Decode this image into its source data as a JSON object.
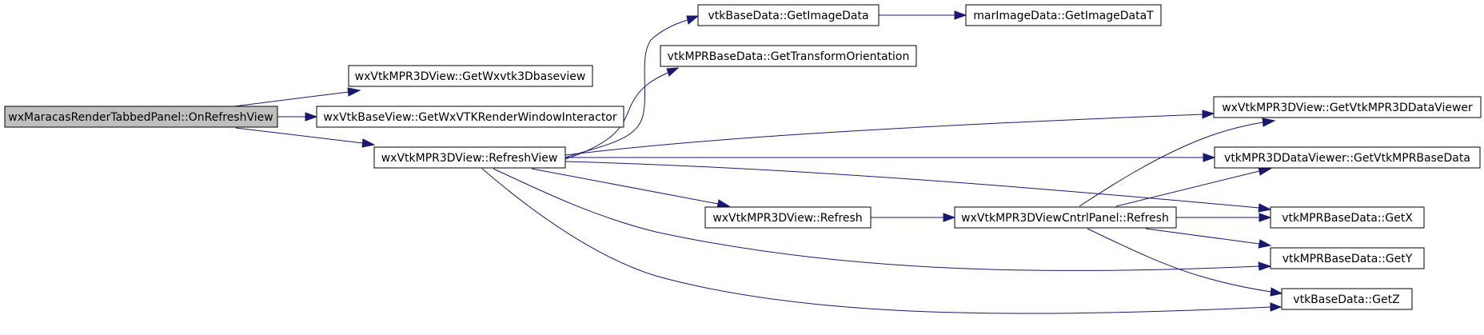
{
  "colors": {
    "edge": "#191970",
    "root_fill": "#bfbfbf",
    "node_fill": "#ffffff",
    "border": "#000000"
  },
  "nodes": [
    {
      "id": "root",
      "label": "wxMaracasRenderTabbedPanel::OnRefreshView"
    },
    {
      "id": "getwxvtk3dbaseview",
      "label": "wxVtkMPR3DView::GetWxvtk3Dbaseview"
    },
    {
      "id": "getwxvtkrenderwindowinteractor",
      "label": "wxVtkBaseView::GetWxVTKRenderWindowInteractor"
    },
    {
      "id": "refreshview",
      "label": "wxVtkMPR3DView::RefreshView"
    },
    {
      "id": "getimagedata",
      "label": "vtkBaseData::GetImageData"
    },
    {
      "id": "getimagedatat",
      "label": "marImageData::GetImageDataT"
    },
    {
      "id": "gettransformorientation",
      "label": "vtkMPRBaseData::GetTransformOrientation"
    },
    {
      "id": "getvtkmpr3ddataviewer",
      "label": "wxVtkMPR3DView::GetVtkMPR3DDataViewer"
    },
    {
      "id": "getvtkmprbasedata",
      "label": "vtkMPR3DDataViewer::GetVtkMPRBaseData"
    },
    {
      "id": "refresh",
      "label": "wxVtkMPR3DView::Refresh"
    },
    {
      "id": "cntrlrefresh",
      "label": "wxVtkMPR3DViewCntrlPanel::Refresh"
    },
    {
      "id": "getx",
      "label": "vtkMPRBaseData::GetX"
    },
    {
      "id": "gety",
      "label": "vtkMPRBaseData::GetY"
    },
    {
      "id": "getz",
      "label": "vtkBaseData::GetZ"
    }
  ],
  "edges": [
    [
      "root",
      "getwxvtk3dbaseview"
    ],
    [
      "root",
      "getwxvtkrenderwindowinteractor"
    ],
    [
      "root",
      "refreshview"
    ],
    [
      "refreshview",
      "getimagedata"
    ],
    [
      "getimagedata",
      "getimagedatat"
    ],
    [
      "refreshview",
      "gettransformorientation"
    ],
    [
      "refreshview",
      "getvtkmpr3ddataviewer"
    ],
    [
      "refreshview",
      "getvtkmprbasedata"
    ],
    [
      "refreshview",
      "refresh"
    ],
    [
      "refreshview",
      "getx"
    ],
    [
      "refreshview",
      "gety"
    ],
    [
      "refreshview",
      "getz"
    ],
    [
      "refresh",
      "cntrlrefresh"
    ],
    [
      "cntrlrefresh",
      "getvtkmpr3ddataviewer"
    ],
    [
      "cntrlrefresh",
      "getvtkmprbasedata"
    ],
    [
      "cntrlrefresh",
      "getx"
    ],
    [
      "cntrlrefresh",
      "gety"
    ],
    [
      "cntrlrefresh",
      "getz"
    ]
  ]
}
